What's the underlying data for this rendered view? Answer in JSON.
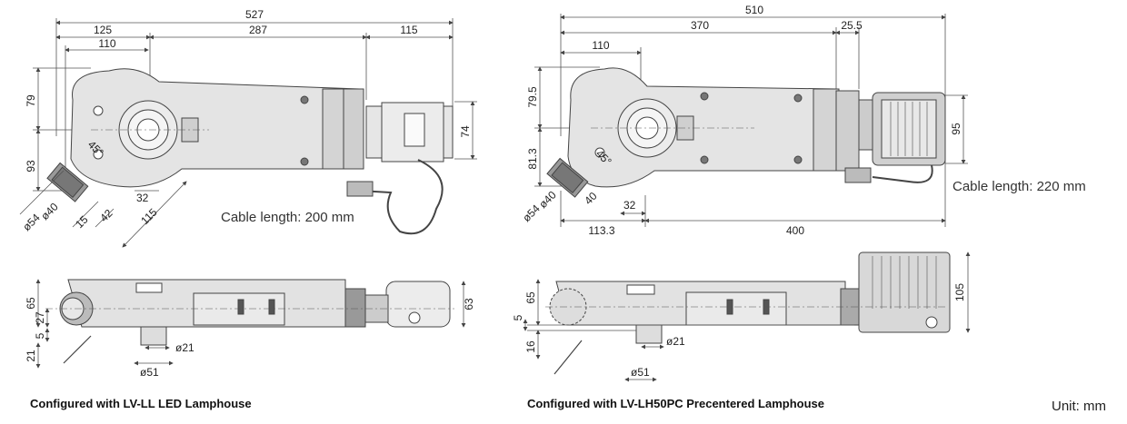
{
  "left_view": {
    "caption": "Configured with LV-LL LED Lamphouse",
    "cable_note": "Cable length: 200 mm",
    "top_dims": {
      "overall": "527",
      "d125": "125",
      "d287": "287",
      "d115": "115",
      "d110": "110"
    },
    "side_dims": {
      "d79": "79",
      "d93": "93",
      "d74": "74"
    },
    "angled_dims": {
      "phi40": "ø40",
      "phi54": "ø54",
      "d15": "15",
      "d42": "42",
      "d32": "32",
      "d115b": "115",
      "angle": "45°"
    },
    "front_dims": {
      "d65": "65",
      "d27": "27",
      "d5": "5",
      "d21": "21",
      "d63": "63",
      "phi21": "ø21",
      "phi51": "ø51"
    }
  },
  "right_view": {
    "caption": "Configured with LV-LH50PC Precentered Lamphouse",
    "cable_note": "Cable length: 220 mm",
    "top_dims": {
      "overall": "510",
      "d370": "370",
      "d25_5": "25.5",
      "d110": "110"
    },
    "side_dims": {
      "d79_5": "79.5",
      "d81_3": "81.3",
      "d95": "95"
    },
    "angled_dims": {
      "phi40": "ø40",
      "phi54": "ø54",
      "d40": "40",
      "d32": "32",
      "angle": "45°"
    },
    "bottom_dims": {
      "d113_3": "113.3",
      "d400": "400"
    },
    "front_dims": {
      "d65": "65",
      "d5": "5",
      "d16": "16",
      "d105": "105",
      "phi21": "ø21",
      "phi51": "ø51"
    }
  },
  "unit_note": "Unit: mm",
  "colors": {
    "body_fill": "#e0e0e0",
    "body_dark": "#b8b8b8",
    "line": "#444444",
    "dim_line": "#555555"
  }
}
